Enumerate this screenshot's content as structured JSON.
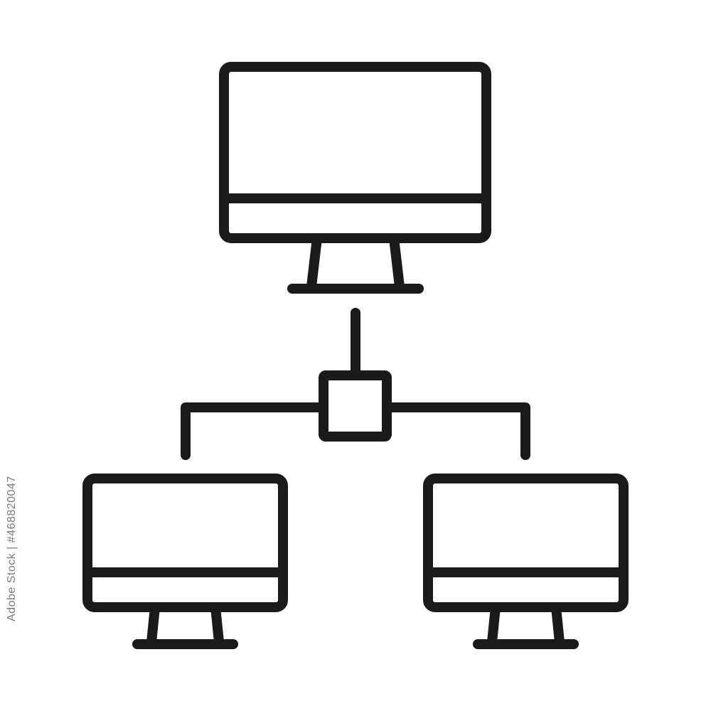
{
  "diagram": {
    "nodes": [
      {
        "id": "top",
        "icon": "monitor-icon"
      },
      {
        "id": "bottom-left",
        "icon": "monitor-icon"
      },
      {
        "id": "bottom-right",
        "icon": "monitor-icon"
      }
    ],
    "hub": {
      "icon": "network-switch-icon"
    },
    "stroke_color": "#1a1a1a",
    "background_color": "#ffffff"
  },
  "stock_id": "468820047",
  "side_text": "Adobe Stock | #468820047"
}
